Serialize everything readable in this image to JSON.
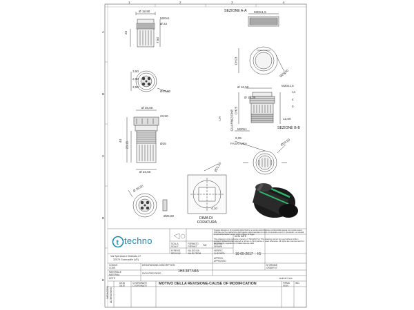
{
  "sheet": {
    "col_numbers": [
      "1",
      "2",
      "3",
      "4"
    ],
    "row_letters": [
      "A",
      "B",
      "C",
      "D",
      "E"
    ]
  },
  "views": {
    "dim_m20x1": "M20x1",
    "dim_d18_90": "Ø 18,90",
    "dim_d23": "Ø 23",
    "dim_20": "20",
    "dim_7_50": "7,50",
    "dim_d3_50": "3,50",
    "dim_d2_50": "2,50",
    "dim_3_50": "3,50",
    "dim_d25_80": "Ø25,80",
    "dim_d26_50": "Ø 26,50",
    "dim_23_50": "23,50",
    "dim_44": "44",
    "dim_23_15": "23,15",
    "dim_d25": "Ø25",
    "dim_d23_50": "Ø 23,50",
    "dim_d26_50b": "Ø 26,50",
    "dim_d25_80b": "Ø25,80",
    "sezione_aa": "SEZIONE A-A",
    "dim_m20x1_5": "M20x1,5",
    "dim_ch23": "CH23",
    "dim_d25_40": "Ø25,40",
    "dim_d16_50": "Ø 16,50",
    "dim_m20x1_5b": "M20x1,5",
    "dim_d15_30": "Ø 15,30",
    "dim_14": "14",
    "dim_4": "4",
    "dim_0": "0",
    "dim_12_60": "12,60",
    "guarnizione": "GUARNIZIONE",
    "dim_1_30": "1,30",
    "dim_m20x1b": "M20x1",
    "sezione_bb": "SEZIONE B-B",
    "fasatura_val": "9,05",
    "fasatura": "FASATURA",
    "dim_d24_50": "Ø24,50",
    "dim_d21_20": "Ø21,20",
    "dima_label_1": "DIMA DI",
    "dima_label_2": "FORATURA",
    "dim_4_10": "4,10",
    "dim_ch25": "CH25"
  },
  "title_block": {
    "company": "techno",
    "address_1": "Via Speranza e Motivato,27",
    "address_2": "32079 Guarcaville (VE)",
    "note_it": "Questo disegno è di proprietà della Techno e senza autorizzazione scritta dalla stessa non potrà essere utilizzato per la costruzione dell'oggetto rappresentato né venir comunicato a terzi o riprodotto. La società proprietaria tutela i propri diritti a rigore di legge.",
    "note_en": "This drawing is the exclusive property of TECHNO Srl. This drawing cannot be used without written consent. Cannot be reproduced or shown to third parties or used otherwise. All rights are reserved and for any case the regulations of Italian law are valid.",
    "scala": "SCALA",
    "scale": "SCALE",
    "formato": "FORMATO",
    "format": "FORMAT",
    "a4": "A4",
    "data_date": "DATA DATE",
    "disegnato": "DISEGN.",
    "drawn": "DRAWN",
    "date_value": "16-05-2017",
    "initials": "IG",
    "verificato": "VERIFIC.",
    "checked": "CHECKED",
    "n_revisione": "N°REVIS.",
    "revision": "REVIS.Nº",
    "valido_da": "VALIDO DA",
    "valid_from": "VALID FROM",
    "approvato": "APPROV.",
    "approved": "APPROVED",
    "n_ordine": "N°ORDINE",
    "order_no": "ORDER N°",
    "codice": "CODICE",
    "code": "CODE",
    "descrizione": "DESCRIZIONE-DESCRIPTION",
    "code_value": "1H8.387.N4A",
    "materiale": "MATERIALE",
    "material": "MATERIAL",
    "path": "PATH-PERCORSO",
    "path_value": "\\\\1H8.387.N4A",
    "note": "NOTE",
    "var": "VARIAZIONI",
    "alt": "ALTERATIONS",
    "data": "DATA",
    "date": "DATE",
    "coordinate_it": "COORDINATE",
    "coordinate_en": "COORDINATE",
    "rev_title": "MOTIVO DELLA REVISIONE-CAUSE OF MODIFICATION",
    "firma": "FIRMA",
    "sign": "SIGN.",
    "ind": "IND."
  }
}
